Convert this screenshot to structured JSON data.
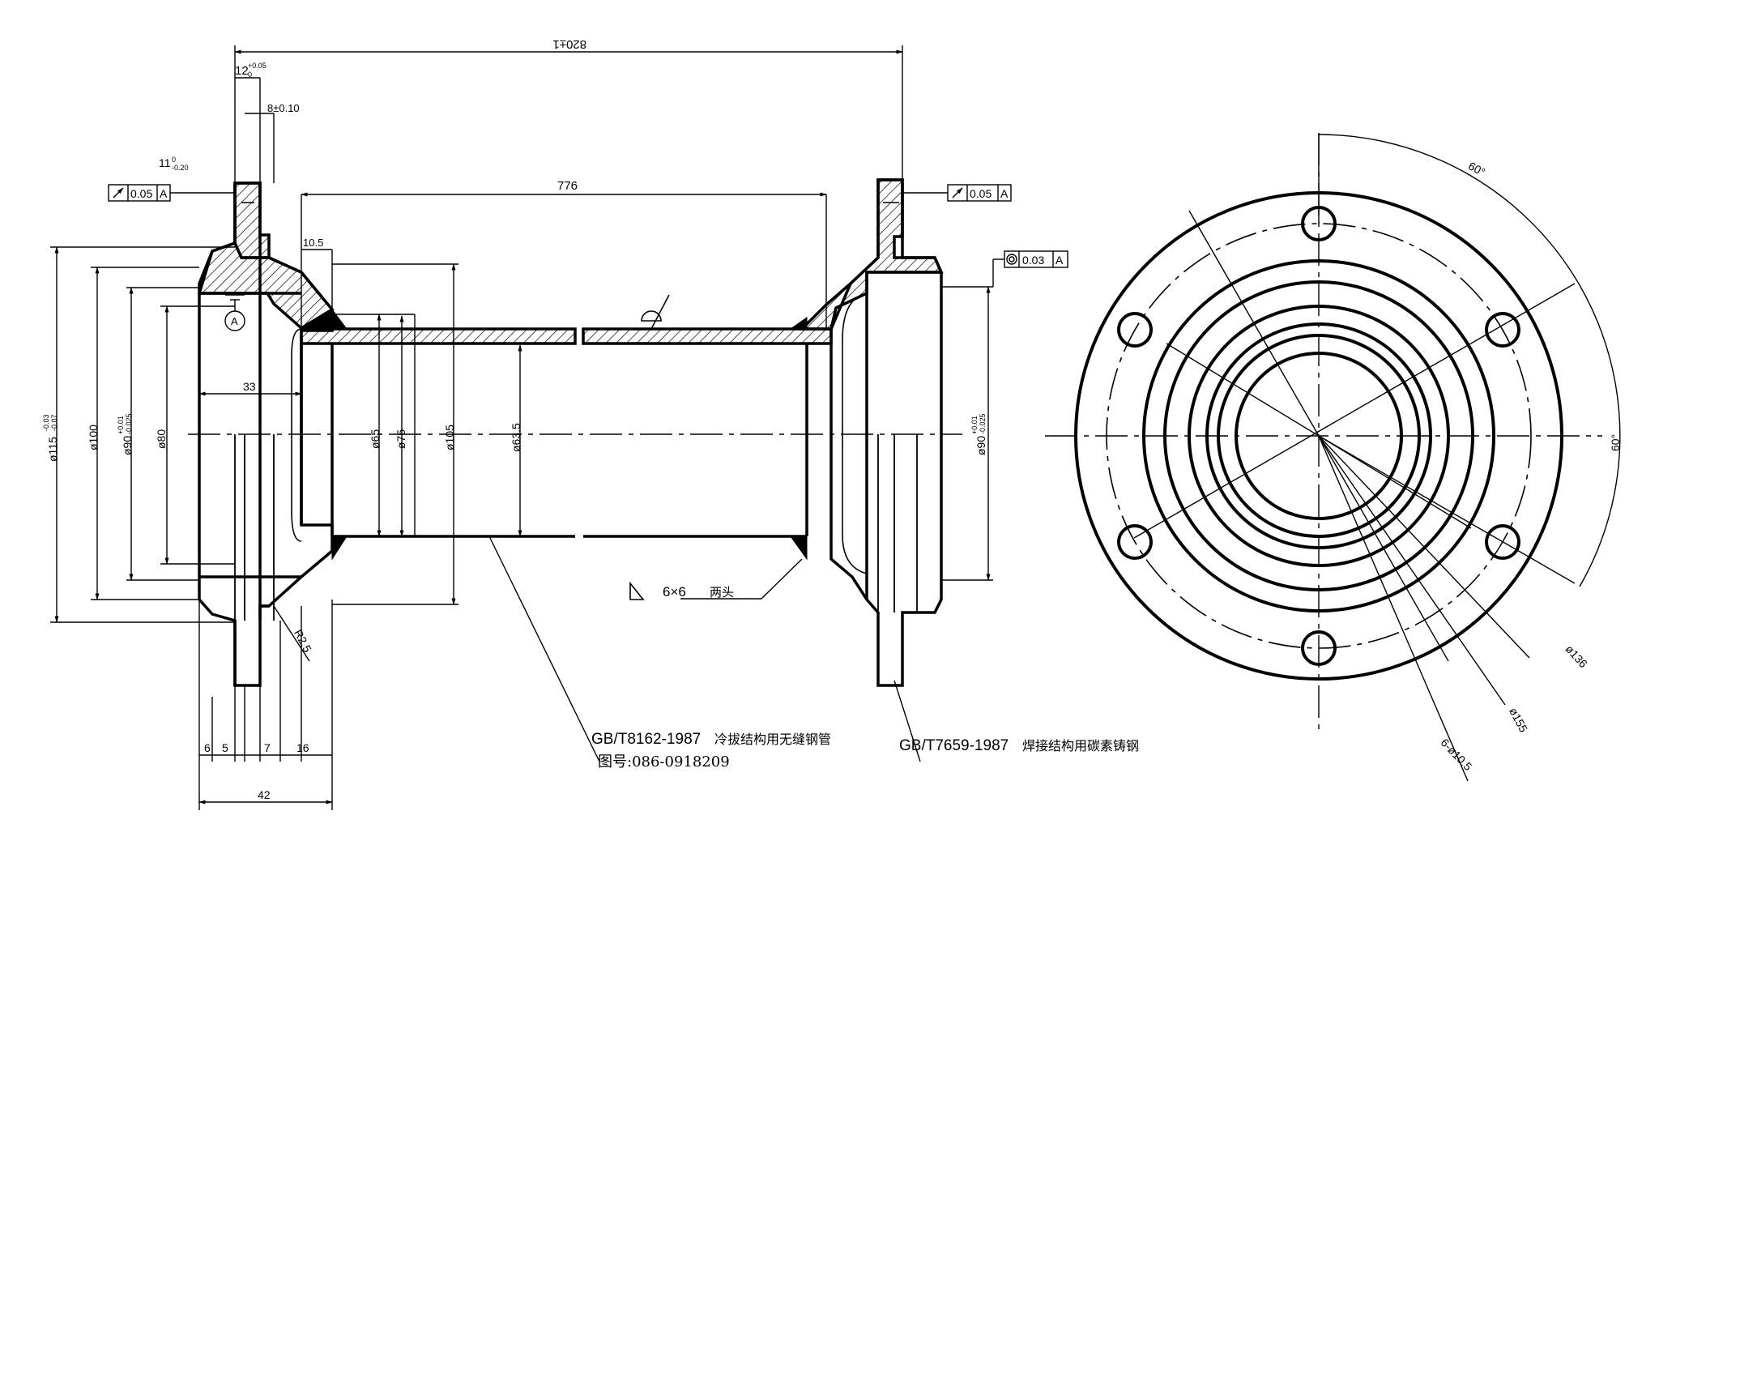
{
  "dimensions": {
    "overall_length": "820±1",
    "flange_width": "12",
    "flange_width_tol_upper": "+0.05",
    "flange_width_tol_lower": "0",
    "flange_offset": "8±0.10",
    "step": "11",
    "step_tol_upper": "0",
    "step_tol_lower": "-0.20",
    "pipe_length": "776",
    "weld_start": "10.5",
    "bore_depth": "33",
    "dia_115": "ø115",
    "dia_115_tol_upper": "-0.03",
    "dia_115_tol_lower": "-0.07",
    "dia_100": "ø100",
    "dia_90": "ø90",
    "dia_90_tol_upper": "+0.01",
    "dia_90_tol_lower": "-0.025",
    "dia_80": "ø80",
    "dia_65": "ø65",
    "dia_75": "ø75",
    "dia_105": "ø105",
    "dia_63_5": "ø63.5",
    "radius": "R2.5",
    "bottom_6": "6",
    "bottom_5": "5",
    "bottom_7": "7",
    "bottom_16": "16",
    "bottom_42": "42",
    "angle_top": "60°",
    "angle_right": "60°",
    "dia_136": "ø136",
    "dia_155": "ø155",
    "holes": "6-ø10.5"
  },
  "tolerances": {
    "runout_left": "0.05",
    "runout_left_datum": "A",
    "runout_right": "0.05",
    "runout_right_datum": "A",
    "coaxiality": "0.03",
    "coaxiality_datum": "A",
    "datum_label": "A"
  },
  "welding": {
    "fillet": "6×6",
    "fillet_note": "两头"
  },
  "notes": {
    "pipe_standard": "GB/T8162-1987",
    "pipe_desc": "冷拔结构用无缝钢管",
    "drawing_no": "图号:086-0918209",
    "cast_standard": "GB/T7659-1987",
    "cast_desc": "焊接结构用碳素铸钢"
  },
  "colors": {
    "line": "#000000",
    "background": "#ffffff"
  }
}
